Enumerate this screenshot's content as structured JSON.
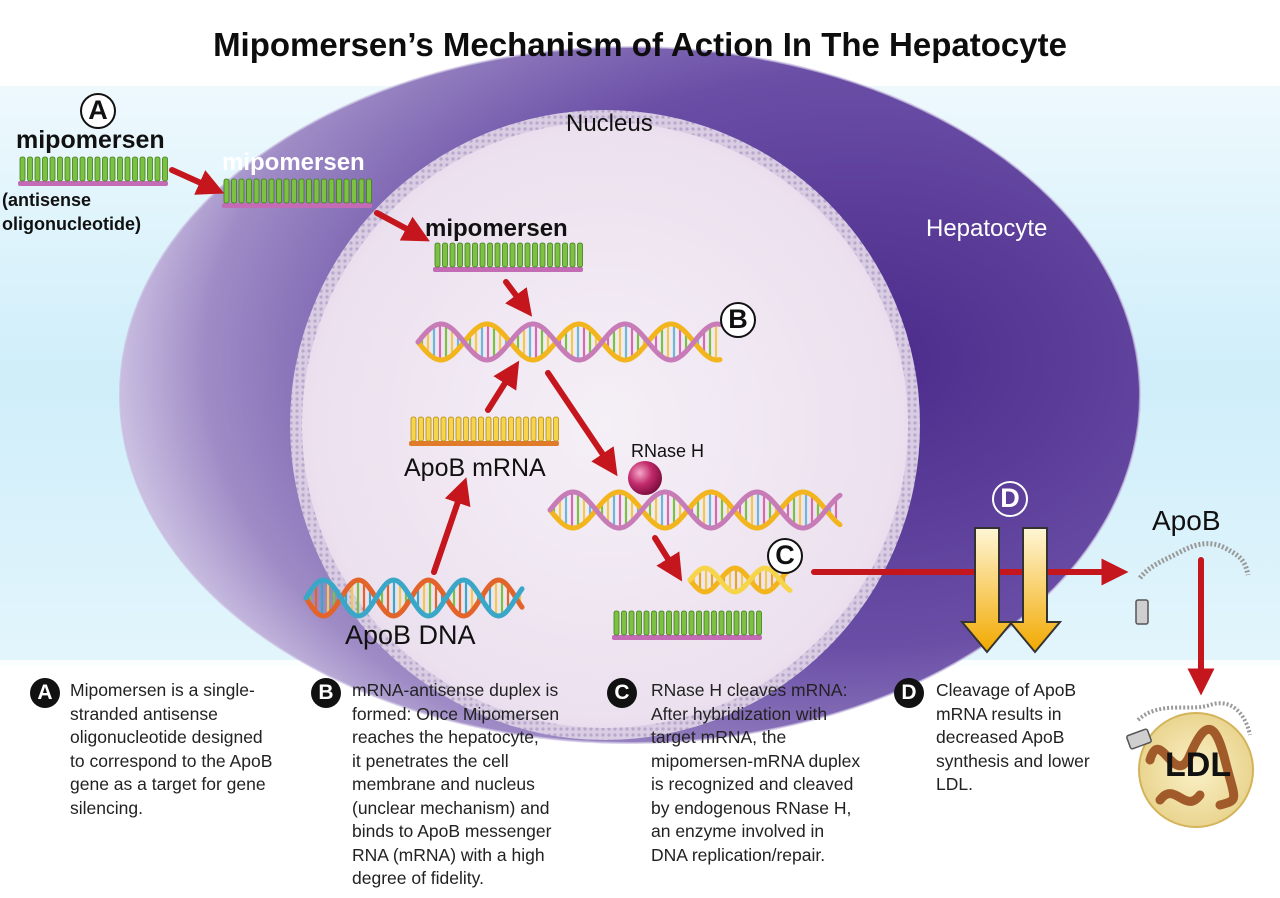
{
  "title": "Mipomersen’s Mechanism of Action In The Hepatocyte",
  "labels": {
    "nucleus": "Nucleus",
    "hepatocyte": "Hepatocyte",
    "mipomersen_outside": "mipomersen",
    "antisense_line1": "(antisense",
    "antisense_line2": "oligonucleotide)",
    "mipomersen_membrane": "mipomersen",
    "mipomersen_nucleus": "mipomersen",
    "apob_mrna": "ApoB mRNA",
    "apob_dna": "ApoB DNA",
    "rnase_h": "RNase H",
    "apob": "ApoB",
    "ldl": "LDL"
  },
  "markers": {
    "a": "A",
    "b": "B",
    "c": "C",
    "d": "D"
  },
  "legend": [
    {
      "letter": "A",
      "lines": [
        "Mipomersen is a single-",
        "stranded antisense",
        "oligonucleotide designed",
        "to correspond to the ApoB",
        "gene as a target for gene",
        "silencing."
      ]
    },
    {
      "letter": "B",
      "lines": [
        "mRNA-antisense duplex is",
        "formed: Once Mipomersen",
        "reaches the hepatocyte,",
        "it penetrates the cell",
        "membrane and nucleus",
        "(unclear mechanism) and",
        "binds to ApoB messenger",
        "RNA (mRNA) with a high",
        "degree of fidelity."
      ]
    },
    {
      "letter": "C",
      "lines": [
        "RNase H cleaves mRNA:",
        "After hybridization with",
        "target mRNA, the",
        "mipomersen-mRNA duplex",
        "is recognized and cleaved",
        "by endogenous RNase H,",
        "an enzyme involved in",
        "DNA replication/repair."
      ]
    },
    {
      "letter": "D",
      "lines": [
        "Cleavage of ApoB",
        "mRNA results in",
        "decreased ApoB",
        "synthesis and lower",
        "LDL."
      ]
    }
  ],
  "colors": {
    "cell_purple": "#5b3d97",
    "nucleus_fill": "#ece2f0",
    "arrow_red": "#c4161c",
    "oligo_green": "#7cc142",
    "oligo_yellow": "#f7d54a",
    "backbone_pink": "#c46bb5",
    "rnase_magenta": "#b5195e",
    "down_arrow": "#f5c518",
    "sky": "#d8f0fb"
  }
}
